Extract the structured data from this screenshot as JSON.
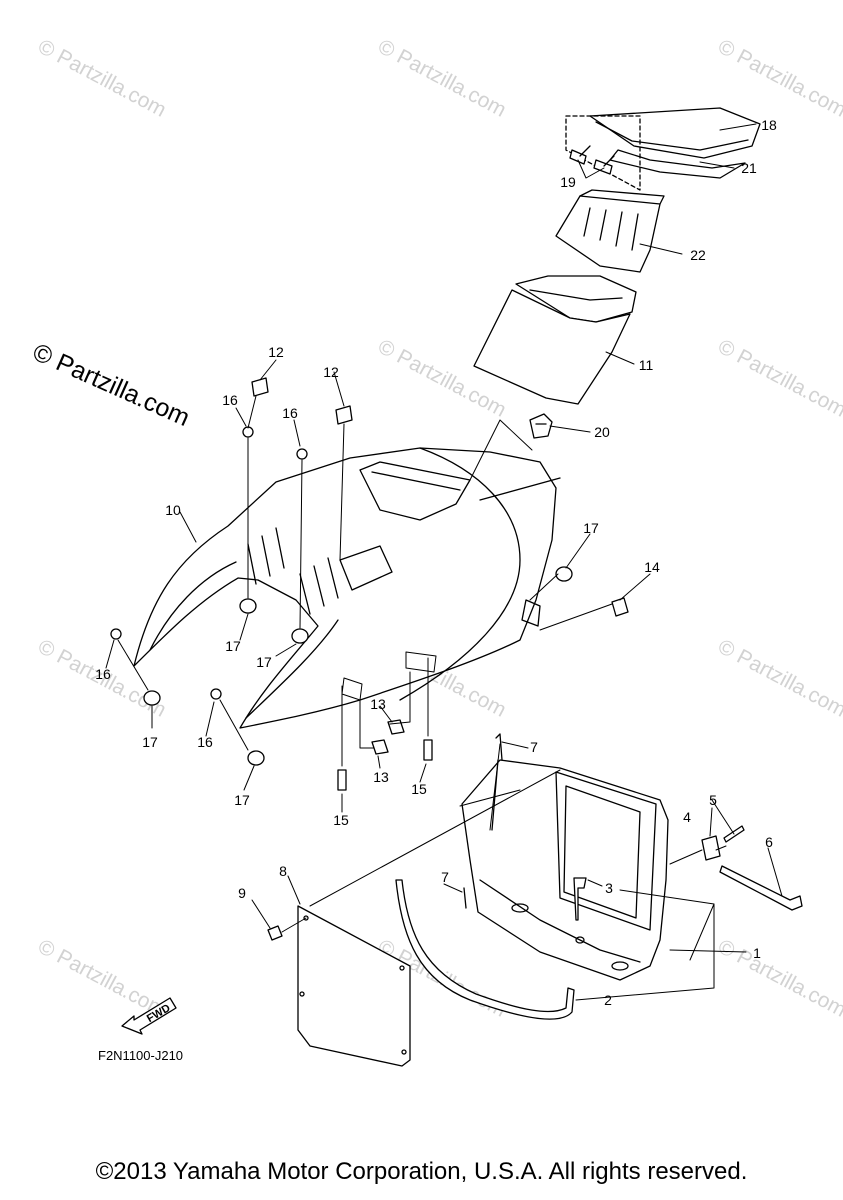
{
  "watermark": "© Partzilla.com",
  "diagram_code": "F2N1100-J210",
  "fwd_label": "FWD",
  "copyright": "©2013 Yamaha Motor Corporation, U.S.A. All rights reserved.",
  "callouts": {
    "c1": "1",
    "c2": "2",
    "c3": "3",
    "c4": "4",
    "c5": "5",
    "c6": "6",
    "c7a": "7",
    "c7b": "7",
    "c8": "8",
    "c9": "9",
    "c10": "10",
    "c11": "11",
    "c12a": "12",
    "c12b": "12",
    "c13a": "13",
    "c13b": "13",
    "c14": "14",
    "c15a": "15",
    "c15b": "15",
    "c16a": "16",
    "c16b": "16",
    "c16c": "16",
    "c16d": "16",
    "c17a": "17",
    "c17b": "17",
    "c17c": "17",
    "c17d": "17",
    "c17e": "17",
    "c18": "18",
    "c19": "19",
    "c20": "20",
    "c21": "21",
    "c22": "22"
  }
}
